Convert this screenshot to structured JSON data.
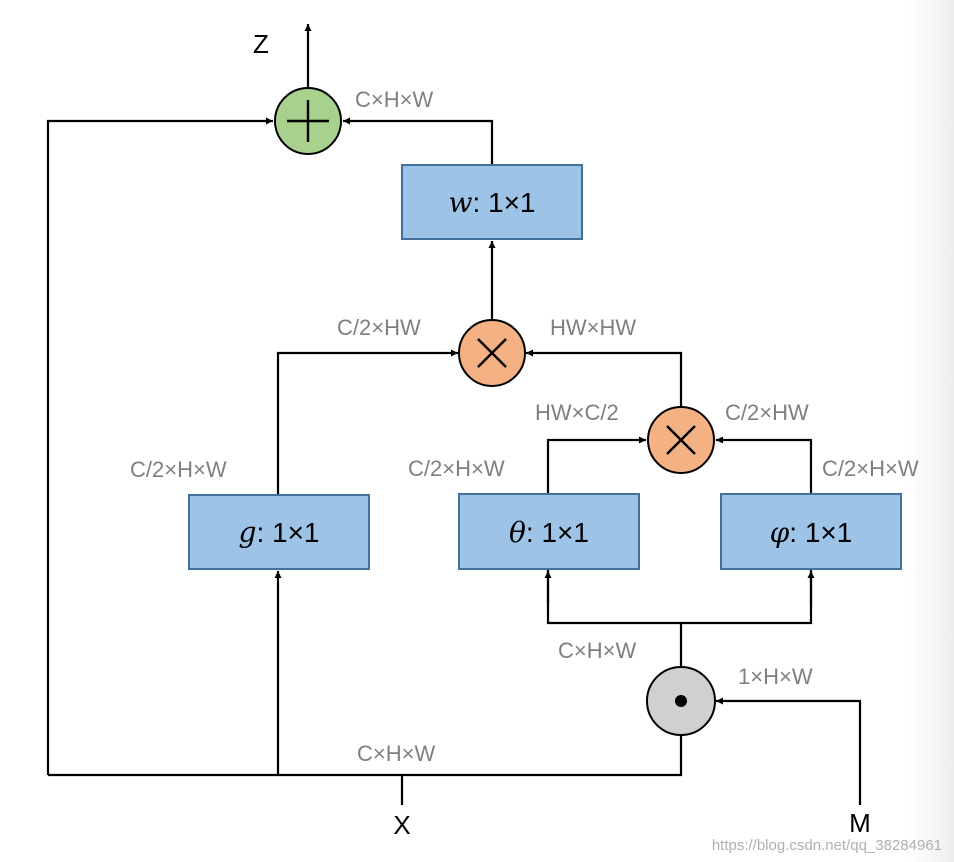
{
  "nodes": {
    "w": {
      "var": "w",
      "op": ": 1×1"
    },
    "g": {
      "var": "g",
      "op": ": 1×1"
    },
    "theta": {
      "var": "θ",
      "op": ": 1×1"
    },
    "phi": {
      "var": "φ",
      "op": ": 1×1"
    }
  },
  "io": {
    "output": "Z",
    "input": "X",
    "mask": "M"
  },
  "dims": {
    "sum_in": "C×H×W",
    "matmul_left": "C/2×HW",
    "matmul_right": "HW×HW",
    "inner_left": "HW×C/2",
    "inner_right": "C/2×HW",
    "g_out": "C/2×H×W",
    "theta_out": "C/2×H×W",
    "phi_out": "C/2×H×W",
    "masked": "C×H×W",
    "mask_in": "1×H×W",
    "x_in": "C×H×W"
  },
  "colors": {
    "sum": "#a9d18e",
    "matmul": "#f4b183",
    "mask_op": "#d0d0d0",
    "box": "#9dc3e6"
  },
  "watermark": "https://blog.csdn.net/qq_38284961"
}
